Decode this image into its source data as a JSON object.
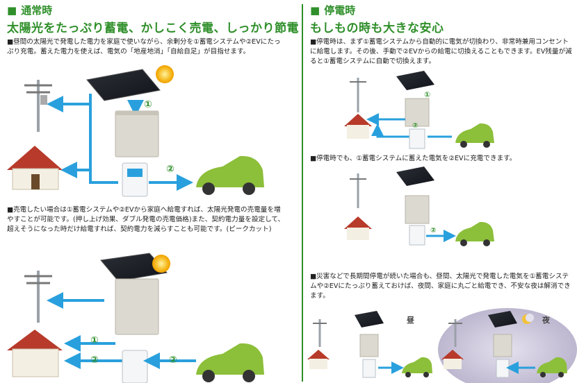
{
  "colors": {
    "accent": "#2f8f2a",
    "arrow": "#29a0dd",
    "text": "#222222"
  },
  "left": {
    "heading": "通常時",
    "subheading": "太陽光をたっぷり蓄電、かしこく売電、しっかり節電",
    "para1": "■昼間の太陽光で発電した電力を家庭で使いながら、余剰分を①蓄電システムや②EVにたっぷり充電。蓄えた電力を使えば、電気の「地産地消」「自給自足」が目指せます。",
    "para2": "■売電したい場合は①蓄電システムや②EVから家庭へ給電すれば、太陽光発電の売電量を増やすことが可能です。(押し上げ効果、ダブル発電の売電価格)また、契約電力量を設定して、超えそうになった時だけ給電すれば、契約電力を減らすことも可能です。(ピークカット)",
    "label1": "①",
    "label2": "②"
  },
  "right": {
    "heading": "停電時",
    "subheading": "もしもの時も大きな安心",
    "para1": "■停電時は、まず①蓄電システムから自動的に電気が切換わり、非常時兼用コンセントに給電します。その後、手動で②EVからの給電に切換えることもできます。EV残量が減ると①蓄電システムに自動で切換えます。",
    "para2": "■停電時でも、①蓄電システムに蓄えた電気を②EVに充電できます。",
    "para3": "■災害などで長期間停電が続いた場合も、昼間、太陽光で発電した電気を①蓄電システムや②EVにたっぷり蓄えておけば、夜間、家庭に丸ごと給電でき、不安な夜は解消できます。",
    "label1": "①",
    "label2": "②",
    "day_label": "昼",
    "night_label": "夜"
  }
}
